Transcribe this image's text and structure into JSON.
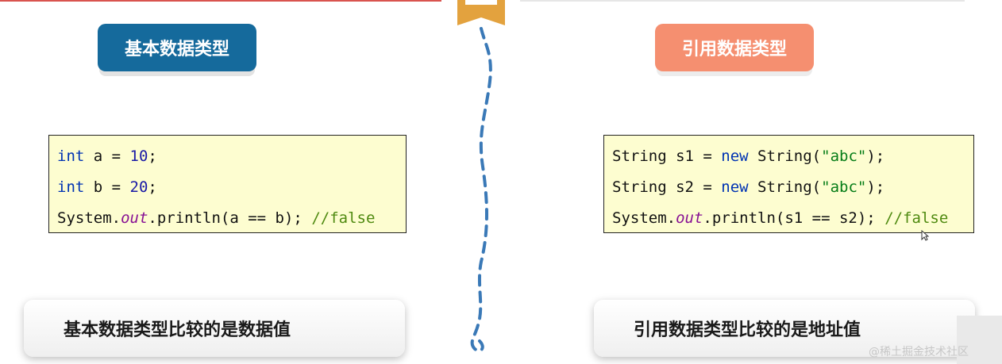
{
  "left": {
    "badge": "基本数据类型",
    "code": [
      [
        {
          "t": "int",
          "c": "kw"
        },
        {
          "t": " a = "
        },
        {
          "t": "10",
          "c": "num"
        },
        {
          "t": ";"
        }
      ],
      [
        {
          "t": "int",
          "c": "kw"
        },
        {
          "t": " b = "
        },
        {
          "t": "20",
          "c": "num"
        },
        {
          "t": ";"
        }
      ],
      [
        {
          "t": "System."
        },
        {
          "t": "out",
          "c": "field"
        },
        {
          "t": ".println(a == b); "
        },
        {
          "t": "//false",
          "c": "comment"
        }
      ]
    ],
    "summary": "基本数据类型比较的是数据值"
  },
  "right": {
    "badge": "引用数据类型",
    "code": [
      [
        {
          "t": "String s1 = "
        },
        {
          "t": "new",
          "c": "kw"
        },
        {
          "t": " String("
        },
        {
          "t": "\"abc\"",
          "c": "str"
        },
        {
          "t": ");"
        }
      ],
      [
        {
          "t": "String s2 = "
        },
        {
          "t": "new",
          "c": "kw"
        },
        {
          "t": " String("
        },
        {
          "t": "\"abc\"",
          "c": "str"
        },
        {
          "t": ");"
        }
      ],
      [
        {
          "t": "System."
        },
        {
          "t": "out",
          "c": "field"
        },
        {
          "t": ".println(s1 == s2); "
        },
        {
          "t": "//false",
          "c": "comment"
        }
      ]
    ],
    "summary": "引用数据类型比较的是地址值"
  },
  "watermark": "@稀土掘金技术社区",
  "colors": {
    "left_badge": "#156a9c",
    "right_badge": "#f58f70",
    "code_bg": "#fdfdd0",
    "divider": "#3a79b7",
    "bookmark": "#e3a23e"
  },
  "icons": {
    "divider": "dashed-wavy-divider",
    "bookmark": "bookmark-icon",
    "cursor": "mouse-cursor-icon"
  }
}
